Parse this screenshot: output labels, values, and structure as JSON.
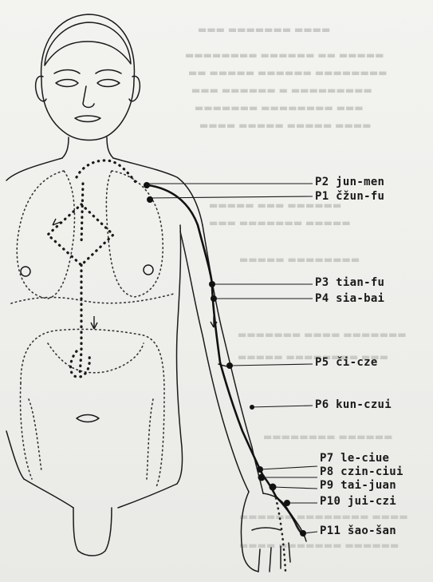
{
  "points": [
    {
      "id": "P2",
      "label": "P2 jun-men"
    },
    {
      "id": "P1",
      "label": "P1 čžun-fu"
    },
    {
      "id": "P3",
      "label": "P3 tian-fu"
    },
    {
      "id": "P4",
      "label": "P4 sia-bai"
    },
    {
      "id": "P5",
      "label": "P5 či-cze"
    },
    {
      "id": "P6",
      "label": "P6 kun-czui"
    },
    {
      "id": "P7",
      "label": "P7 le-ciue"
    },
    {
      "id": "P8",
      "label": "P8 czin-ciui"
    },
    {
      "id": "P9",
      "label": "P9 tai-juan"
    },
    {
      "id": "P10",
      "label": "P10 jui-czi"
    },
    {
      "id": "P11",
      "label": "P11 šao-šan"
    }
  ],
  "colors": {
    "ink": "#1a1a1a",
    "paper": "#f1f1ee",
    "ghost_text": "#c9c9c6"
  }
}
